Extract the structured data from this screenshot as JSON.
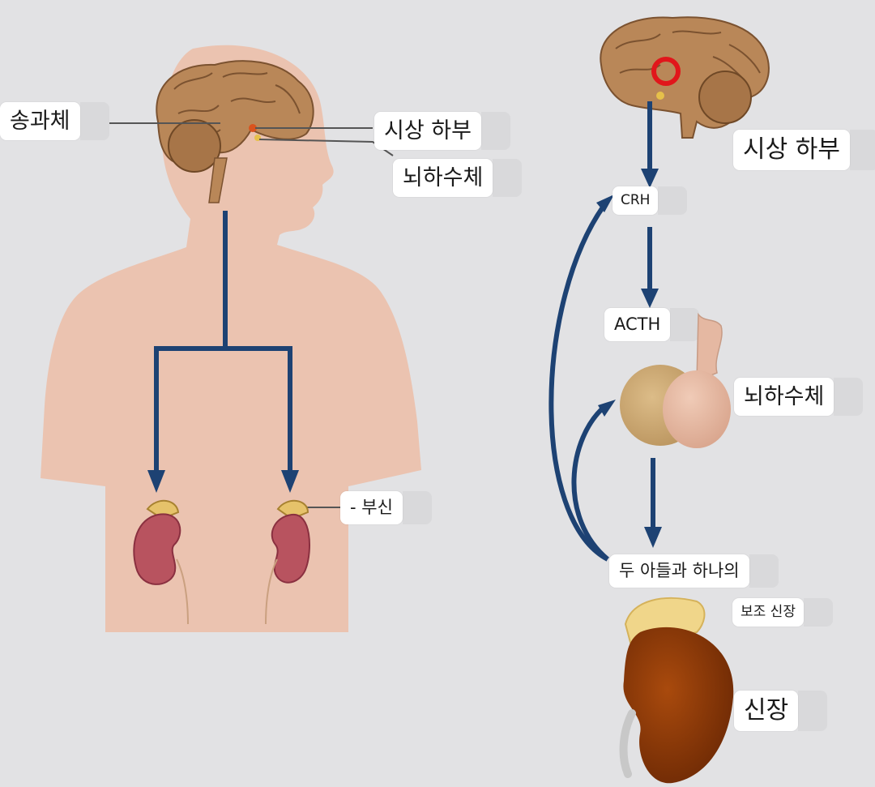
{
  "labels": {
    "pineal": "송과체",
    "hypothalamus_left": "시상 하부",
    "pituitary_left": "뇌하수체",
    "adrenal_left": "- 부신",
    "hypothalamus_right": "시상 하부",
    "crh": "CRH",
    "acth": "ACTH",
    "pituitary_right": "뇌하수체",
    "adrenal_right": "두 아들과 하나의",
    "accessory_kidney": "보조 신장",
    "kidney": "신장"
  },
  "colors": {
    "background": "#e2e2e4",
    "arrow": "#1d4273",
    "body_skin": "#ebc3b0",
    "brain": "#b98758",
    "kidney_left": "#b8535f",
    "kidney_right": "#8a3708",
    "pituitary_left_lobe": "#d4b07a",
    "pituitary_right_lobe": "#e5b8a2"
  }
}
